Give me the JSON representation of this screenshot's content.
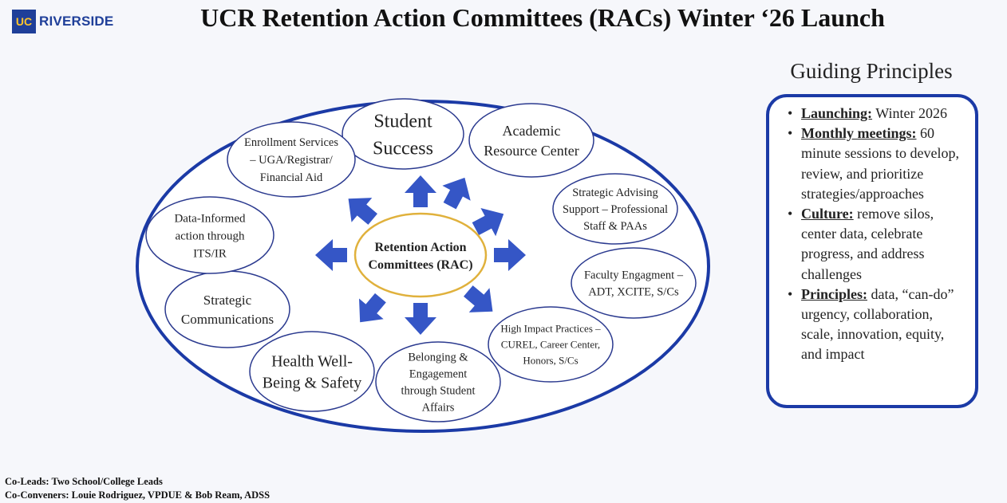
{
  "logo": {
    "mark": "UC",
    "text": "RIVERSIDE"
  },
  "title": "UCR Retention Action Committees (RACs) Winter ‘26 Launch",
  "diagram": {
    "center": [
      "Retention Action",
      "Committees (RAC)"
    ],
    "bubbles": [
      {
        "id": "student-success",
        "lines": [
          "Student",
          "Success"
        ]
      },
      {
        "id": "academic-resource-center",
        "lines": [
          "Academic",
          "Resource Center"
        ]
      },
      {
        "id": "strategic-advising",
        "lines": [
          "Strategic Advising",
          "Support – Professional",
          "Staff & PAAs"
        ]
      },
      {
        "id": "faculty-engagement",
        "lines": [
          "Faculty Engagment –",
          "ADT, XCITE, S/Cs"
        ]
      },
      {
        "id": "high-impact-practices",
        "lines": [
          "High Impact Practices –",
          "CUREL, Career Center,",
          "Honors, S/Cs"
        ]
      },
      {
        "id": "belonging-engagement",
        "lines": [
          "Belonging &",
          "Engagement",
          "through Student",
          "Affairs"
        ]
      },
      {
        "id": "health-wellbeing",
        "lines": [
          "Health Well-",
          "Being & Safety"
        ]
      },
      {
        "id": "strategic-communications",
        "lines": [
          "Strategic",
          "Communications"
        ]
      },
      {
        "id": "data-informed",
        "lines": [
          "Data-Informed",
          "action through",
          "ITS/IR"
        ]
      },
      {
        "id": "enrollment-services",
        "lines": [
          "Enrollment Services",
          "– UGA/Registrar/",
          "Financial Aid"
        ]
      }
    ]
  },
  "guiding_principles": {
    "heading": "Guiding Principles",
    "items": [
      {
        "term": "Launching:",
        "text": " Winter 2026"
      },
      {
        "term": "Monthly meetings:",
        "text": " 60 minute sessions to develop, review, and prioritize strategies/approaches"
      },
      {
        "term": "Culture:",
        "text": " remove silos, center data, celebrate progress, and address challenges"
      },
      {
        "term": "Principles:",
        "text": "  data, “can-do” urgency, collaboration, scale, innovation, equity, and impact"
      }
    ]
  },
  "footer": {
    "line1": "Co-Leads: Two School/College Leads",
    "line2": "Co-Conveners: Louie Rodriguez, VPDUE & Bob Ream, ADSS"
  },
  "colors": {
    "brand_blue": "#1f3f99",
    "brand_gold": "#ffc52b",
    "outline_blue": "#1b3aa6",
    "bubble_outline": "#2b3a8f",
    "arrow_blue": "#3556c6",
    "center_outline": "#e0b13c"
  }
}
